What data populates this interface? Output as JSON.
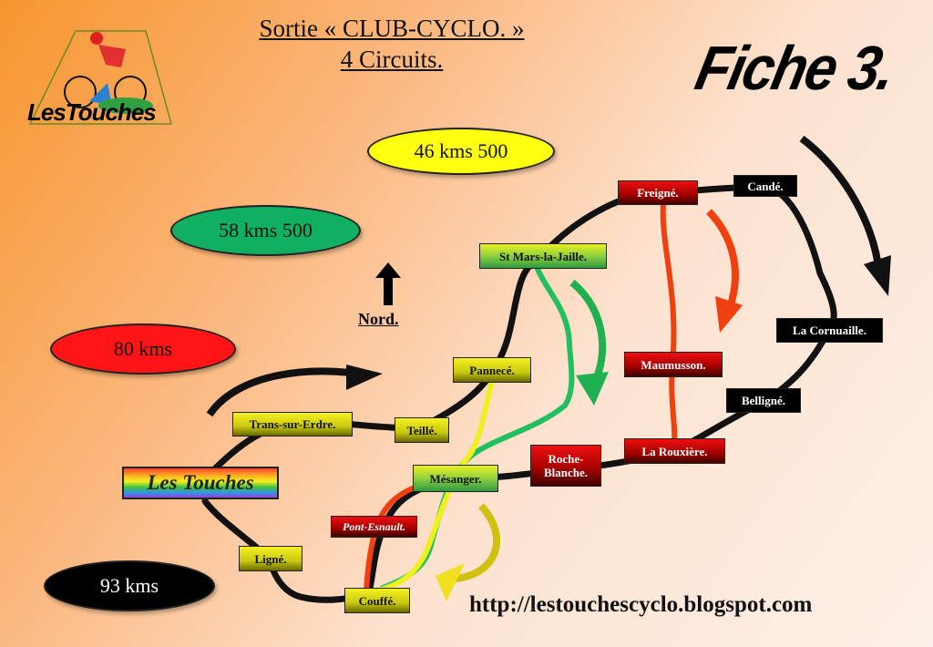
{
  "title": {
    "line1": "Sortie « CLUB-CYCLO. »",
    "line2": "4 Circuits."
  },
  "fiche": "Fiche 3.",
  "logo": {
    "text": "LesTouches"
  },
  "circuits": [
    {
      "label": "46 kms 500",
      "color": "#ffff00"
    },
    {
      "label": "58 kms 500",
      "color": "#10b060"
    },
    {
      "label": "80 kms",
      "color": "#ff1010"
    },
    {
      "label": "93 kms",
      "color": "#000000"
    }
  ],
  "north": "Nord.",
  "start": "Les Touches",
  "places": {
    "trans": "Trans-sur-Erdre.",
    "teille": "Teillé.",
    "pannece": "Pannecé.",
    "stmars": "St Mars-la-Jaille.",
    "freigne": "Freigné.",
    "cande": "Candé.",
    "cornuaille": "La Cornuaille.",
    "maumusson": "Maumusson.",
    "belligne": "Belligné.",
    "rouxiere": "La Rouxière.",
    "roche": "Roche-Blanche.",
    "mesanger": "Mésanger.",
    "pontesnault": "Pont-Esnault.",
    "couffe": "Couffé.",
    "ligne": "Ligné."
  },
  "url": "http://lestouchescyclo.blogspot.com"
}
